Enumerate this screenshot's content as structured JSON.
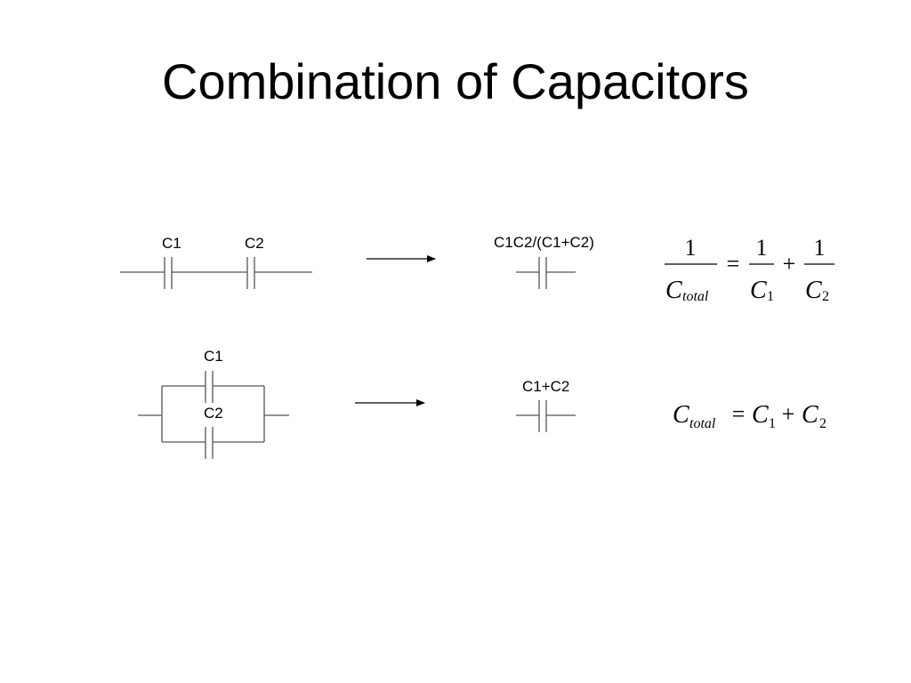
{
  "slide": {
    "title": "Combination of Capacitors"
  },
  "series_row": {
    "label_c1": "C1",
    "label_c2": "C2",
    "label_equivalent": "C1C2/(C1+C2)"
  },
  "parallel_row": {
    "label_c1": "C1",
    "label_c2": "C2",
    "label_equivalent": "C1+C2"
  },
  "series_formula": {
    "numerator_left": "1",
    "denominator_left": "C",
    "denominator_left_sub": "total",
    "equals": "=",
    "numerator_mid": "1",
    "denominator_mid": "C",
    "denominator_mid_sub": "1",
    "plus": "+",
    "numerator_right": "1",
    "denominator_right": "C",
    "denominator_right_sub": "2"
  },
  "parallel_formula": {
    "lhs": "C",
    "lhs_sub": "total",
    "equals": "=",
    "term1": "C",
    "term1_sub": "1",
    "plus": "+",
    "term2": "C",
    "term2_sub": "2"
  },
  "colors": {
    "text": "#000000",
    "wire": "#555555",
    "background": "#ffffff"
  }
}
